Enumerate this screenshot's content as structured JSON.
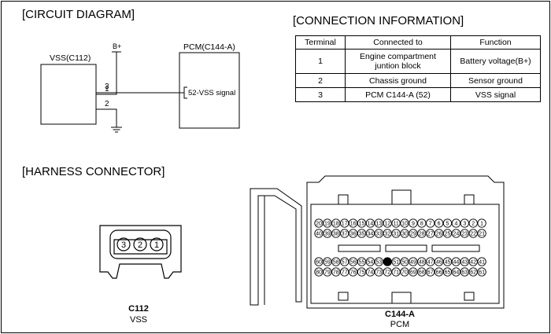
{
  "sections": {
    "circuit": "[CIRCUIT DIAGRAM]",
    "connection": "[CONNECTION INFORMATION]",
    "harness": "[HARNESS CONNECTOR]"
  },
  "circuit": {
    "vss_label": "VSS(C112)",
    "pcm_label": "PCM(C144-A)",
    "bplus": "B+",
    "pin1": "1",
    "pin3": "3",
    "pin2": "2",
    "signal": "52-VSS signal"
  },
  "table": {
    "headers": [
      "Terminal",
      "Connected to",
      "Function"
    ],
    "rows": [
      {
        "terminal": "1",
        "connected_line1": "Engine compartment",
        "connected_line2": "juntion block",
        "function": "Battery voltage(B+)"
      },
      {
        "terminal": "2",
        "connected": "Chassis ground",
        "function": "Sensor ground"
      },
      {
        "terminal": "3",
        "connected": "PCM C144-A (52)",
        "function": "VSS signal"
      }
    ]
  },
  "c112": {
    "name": "C112",
    "sub": "VSS",
    "pins": [
      "3",
      "2",
      "1"
    ]
  },
  "c144": {
    "name": "C144-A",
    "sub": "PCM",
    "row1": [
      "20",
      "19",
      "18",
      "17",
      "16",
      "15",
      "14",
      "13",
      "12",
      "11",
      "10",
      "9",
      "8",
      "7",
      "6",
      "5",
      "4",
      "3",
      "2",
      "1"
    ],
    "row2": [
      "40",
      "39",
      "38",
      "37",
      "36",
      "35",
      "34",
      "33",
      "32",
      "31",
      "30",
      "29",
      "28",
      "27",
      "26",
      "25",
      "24",
      "23",
      "22",
      "21"
    ],
    "row3": [
      "60",
      "59",
      "58",
      "57",
      "56",
      "55",
      "54",
      "53",
      "52",
      "51",
      "50",
      "49",
      "48",
      "47",
      "46",
      "45",
      "44",
      "43",
      "42",
      "41"
    ],
    "row4": [
      "80",
      "79",
      "78",
      "77",
      "76",
      "75",
      "74",
      "73",
      "72",
      "71",
      "70",
      "69",
      "68",
      "67",
      "66",
      "65",
      "64",
      "63",
      "62",
      "61"
    ],
    "filled_pin": "52"
  }
}
